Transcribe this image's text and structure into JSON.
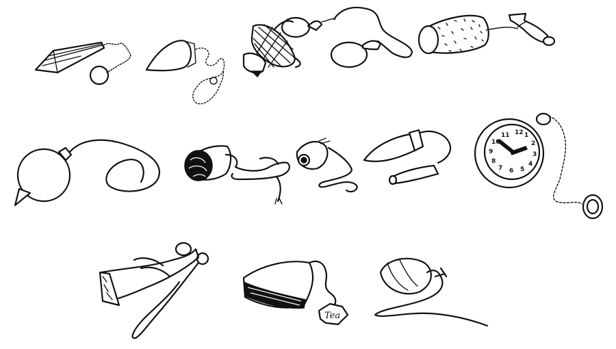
{
  "illustration": {
    "tea_tag_text": "Tea",
    "watch_numerals": [
      "12",
      "1",
      "2",
      "3",
      "4",
      "5",
      "6",
      "7",
      "8",
      "9",
      "10",
      "11"
    ],
    "ink_color": "#111111",
    "paper_color": "#ffffff"
  },
  "items": [
    {
      "id": "crystal-pendulum"
    },
    {
      "id": "teardrop-pendulum-beaded-chain"
    },
    {
      "id": "netted-acorn-pendulum"
    },
    {
      "id": "ring-on-string"
    },
    {
      "id": "cork-on-string"
    },
    {
      "id": "wooden-spool"
    },
    {
      "id": "sphere-plumb-bob"
    },
    {
      "id": "yarn-ball-on-string"
    },
    {
      "id": "eye-bead-on-string"
    },
    {
      "id": "bullet-pendulum-with-cap"
    },
    {
      "id": "pocket-watch-on-chain"
    },
    {
      "id": "figurine-on-loop"
    },
    {
      "id": "tea-bag-on-string"
    },
    {
      "id": "pouch-on-string"
    }
  ]
}
